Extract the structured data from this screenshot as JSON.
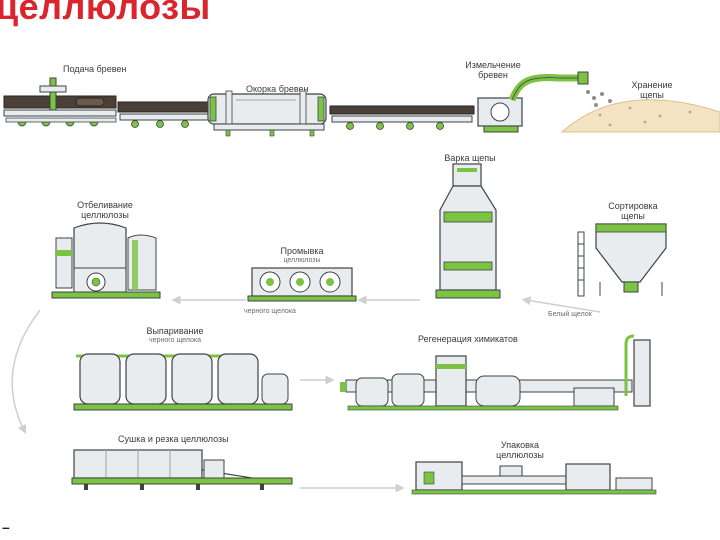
{
  "title": "целлюлозы",
  "stages": {
    "log_feed": "Подача бревен",
    "debarking": "Окорка бревен",
    "chipping": [
      "Измельчение",
      "бревен"
    ],
    "chip_storage": [
      "Хранение",
      "щепы"
    ],
    "chip_cooking": "Варка щепы",
    "chip_sorting": [
      "Сортировка",
      "щепы"
    ],
    "bleaching": [
      "Отбеливание",
      "целлюлозы"
    ],
    "washing": [
      "Промывка",
      "целлюлозы"
    ],
    "black_liquor": "черного щелока",
    "evaporation": [
      "Выпаривание",
      "черного щелока"
    ],
    "chemical_regen": "Регенерация химикатов",
    "green_liquor": "Белый щелок",
    "drying_cutting": "Сушка и резка целлюлозы",
    "packing": [
      "Упаковка",
      "целлюлозы"
    ]
  },
  "footer_mark": "–",
  "colors": {
    "accent": "#7cc243",
    "steel": "#e8ecee",
    "outline": "#3c4446",
    "title": "#d9262e"
  }
}
